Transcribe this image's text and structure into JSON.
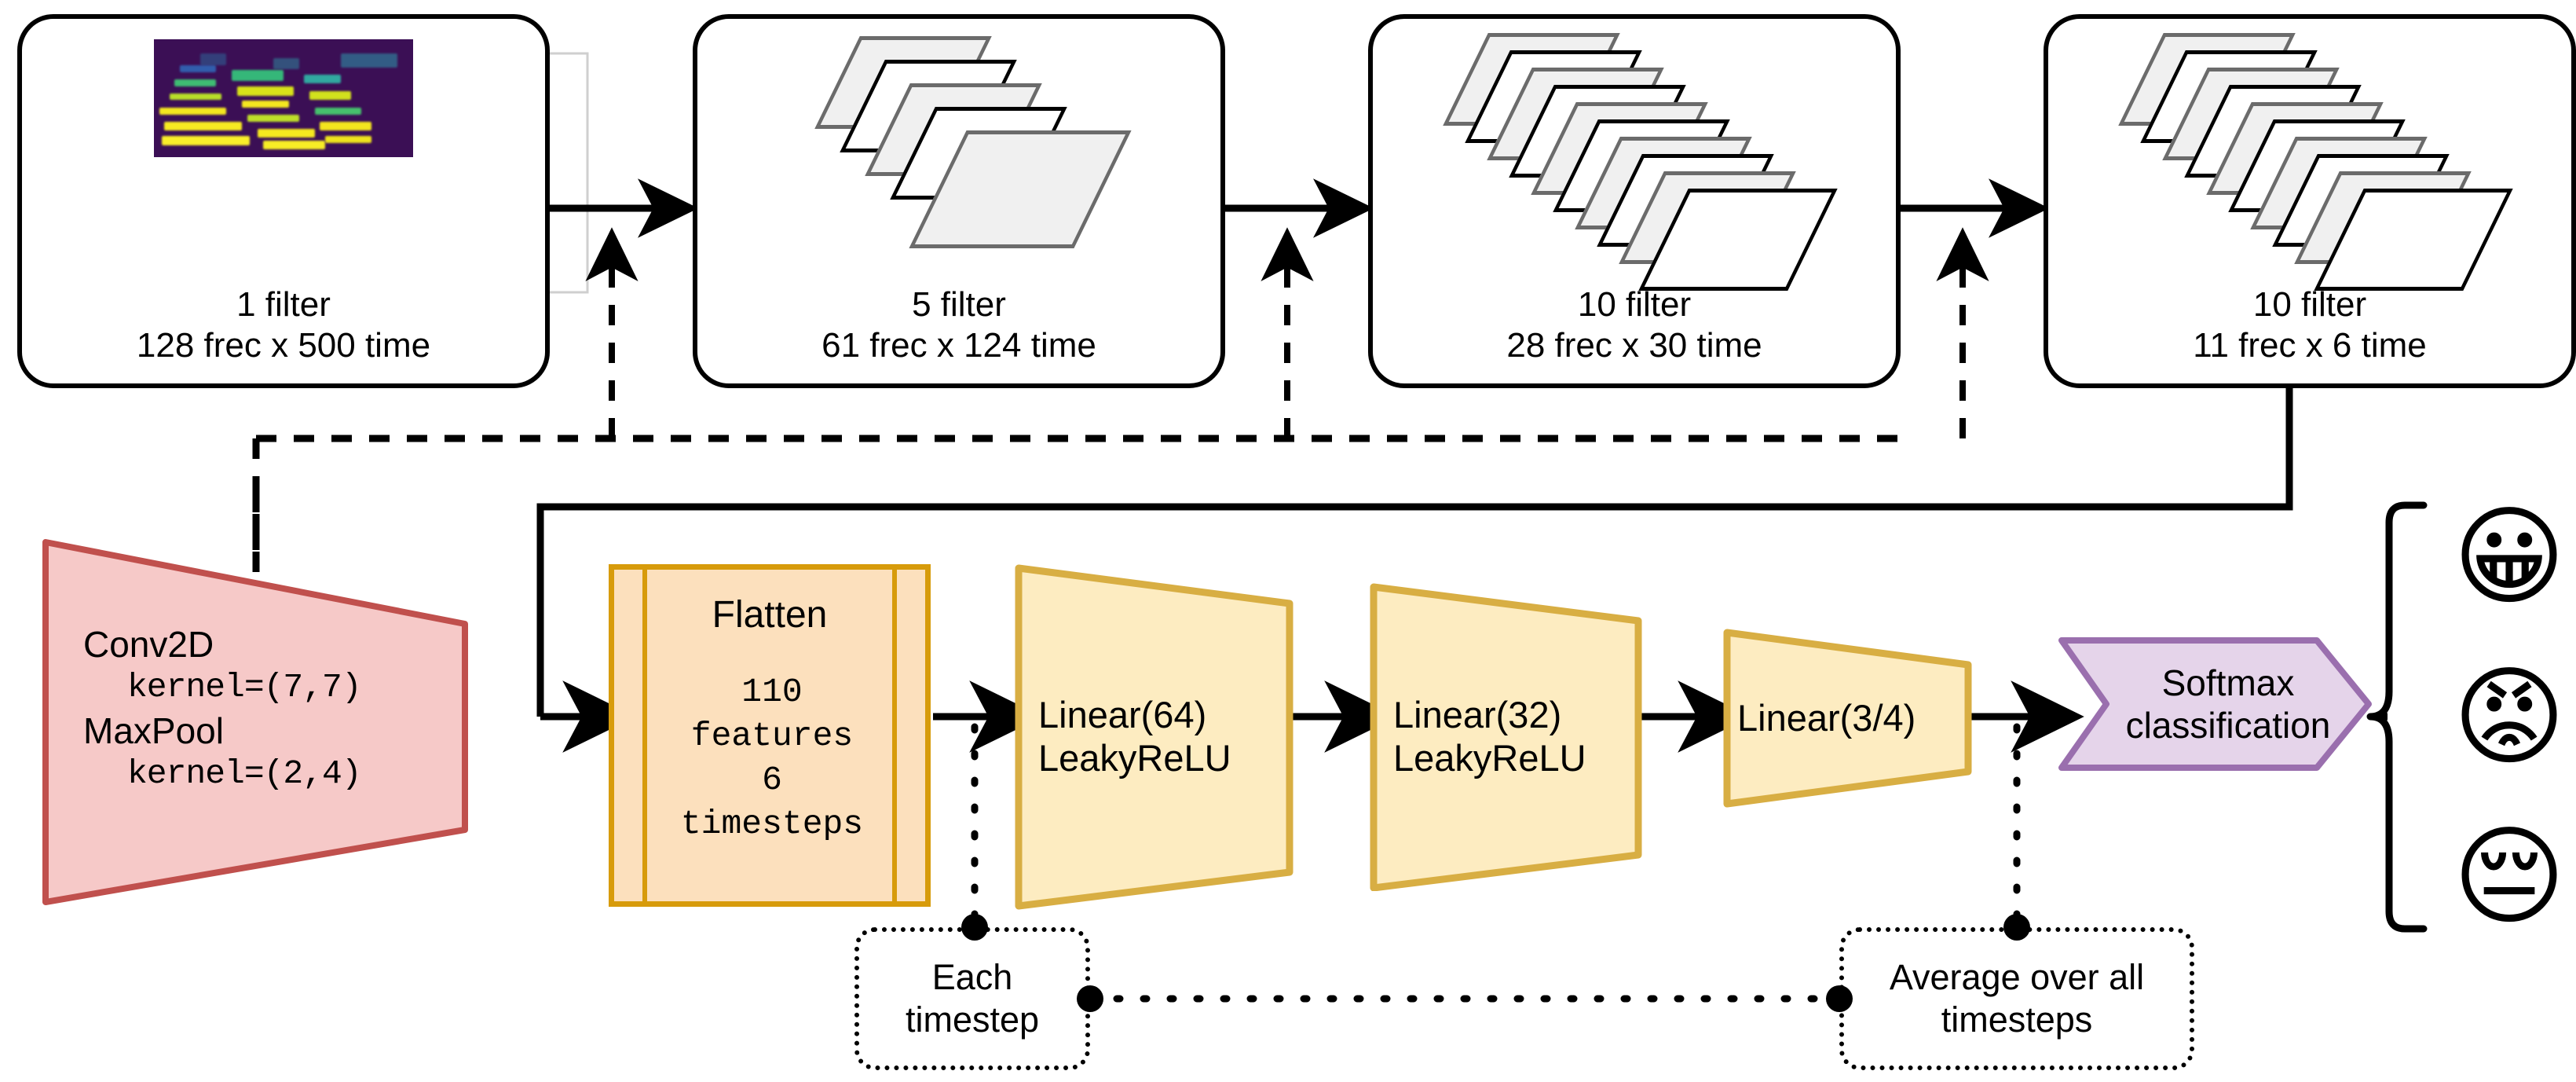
{
  "diagram": {
    "title": "CNN audio emotion classification architecture",
    "feature_maps": [
      {
        "id": "input",
        "filters_label": "1 filter",
        "shape_label": "128 frec x 500 time",
        "planes": 1,
        "art": "spectrogram"
      },
      {
        "id": "conv1",
        "filters_label": "5 filter",
        "shape_label": "61 frec x 124 time",
        "planes": 5,
        "art": "stack"
      },
      {
        "id": "conv2",
        "filters_label": "10 filter",
        "shape_label": "28 frec x 30 time",
        "planes": 10,
        "art": "stack"
      },
      {
        "id": "conv3",
        "filters_label": "10 filter",
        "shape_label": "11 frec x 6 time",
        "planes": 10,
        "art": "stack"
      }
    ],
    "conv_block": {
      "line1": "Conv2D",
      "line2": "kernel=(7,7)",
      "line3": "MaxPool",
      "line4": "kernel=(2,4)",
      "fill": "#f6c9c8",
      "stroke": "#c0504d"
    },
    "flatten": {
      "title": "Flatten",
      "detail": "110\nfeatures\n6\ntimesteps",
      "fill": "#fce0bd",
      "stroke": "#d79b0b"
    },
    "linear_layers": [
      {
        "id": "linear64",
        "line1": "Linear(64)",
        "line2": "LeakyReLU"
      },
      {
        "id": "linear32",
        "line1": "Linear(32)",
        "line2": "LeakyReLU"
      },
      {
        "id": "linear34",
        "line1": "Linear(3/4)",
        "line2": ""
      }
    ],
    "linear_style": {
      "fill": "#fdecc1",
      "stroke": "#d8ae43"
    },
    "softmax": {
      "line1": "Softmax",
      "line2": "classification",
      "fill": "#e5d4ea",
      "stroke": "#9a6fae"
    },
    "outputs": [
      {
        "id": "happy",
        "glyph": "😀",
        "name": "grinning-face-emoji"
      },
      {
        "id": "angry",
        "glyph": "😡",
        "name": "pouting-face-emoji"
      },
      {
        "id": "sad",
        "glyph": "😔",
        "name": "pensive-face-emoji"
      }
    ],
    "notes": [
      {
        "id": "each",
        "line1": "Each",
        "line2": "timestep"
      },
      {
        "id": "average",
        "line1": "Average over all",
        "line2": "timesteps"
      }
    ]
  }
}
